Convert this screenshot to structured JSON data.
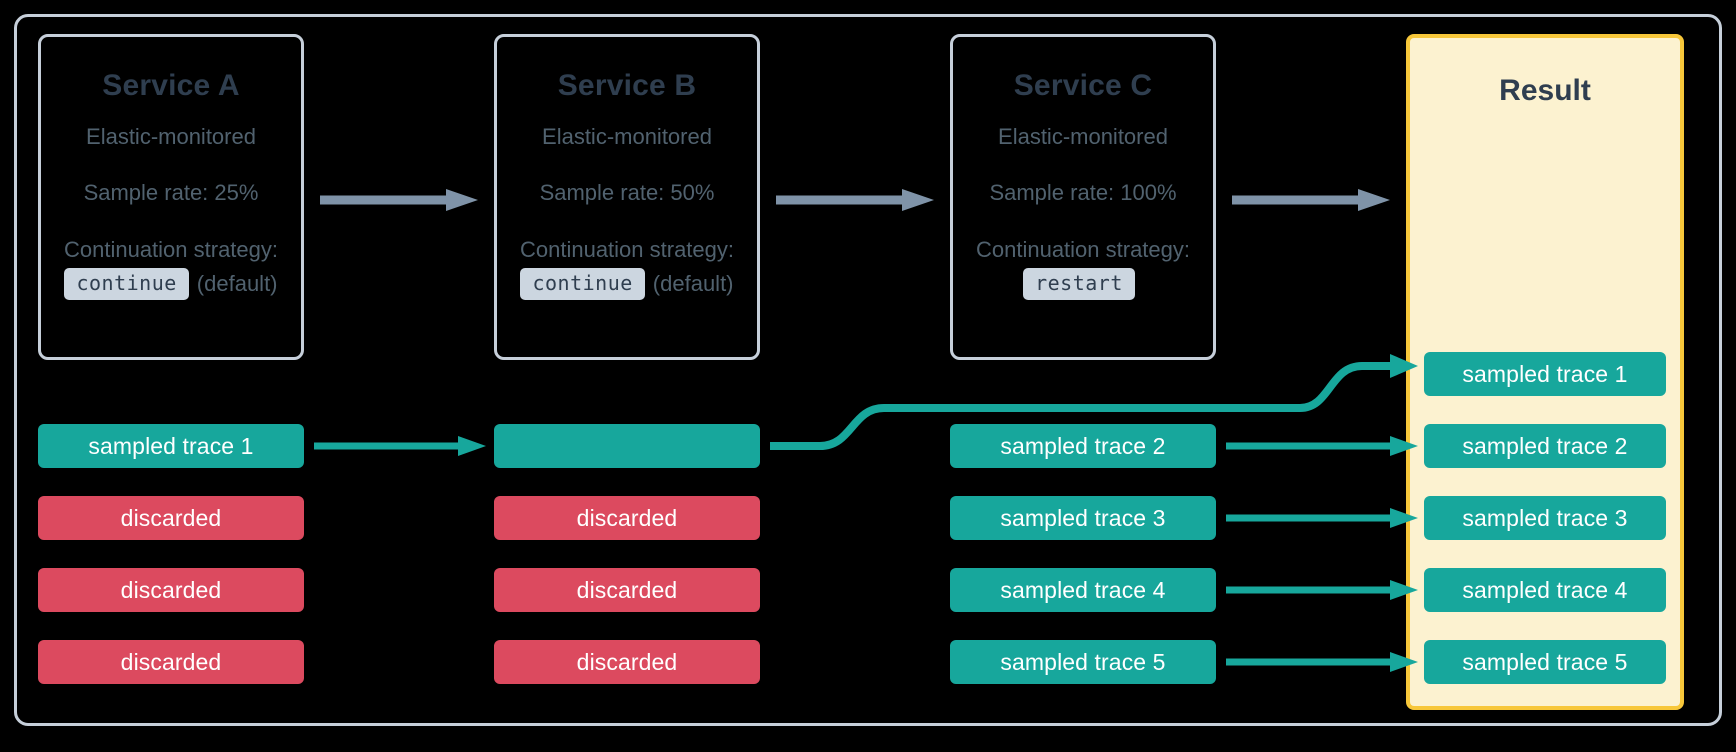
{
  "colors": {
    "background": "#000000",
    "frame_border": "#c6cfda",
    "service_border": "#c6cfda",
    "service_title": "#2f3e4f",
    "service_text": "#51626f",
    "code_chip_bg": "#ccd6e0",
    "result_bg": "#fcf2d0",
    "result_border": "#f7c73a",
    "sampled": "#17a79c",
    "discarded": "#dc4a5f",
    "service_arrow": "#7f93a8",
    "trace_arrow": "#17a79c"
  },
  "services": [
    {
      "title": "Service A",
      "subtitle": "Elastic-monitored",
      "sample_rate": "Sample rate: 25%",
      "strategy_label": "Continuation strategy:",
      "strategy_value": "continue",
      "strategy_note": "(default)"
    },
    {
      "title": "Service B",
      "subtitle": "Elastic-monitored",
      "sample_rate": "Sample rate: 50%",
      "strategy_label": "Continuation strategy:",
      "strategy_value": "continue",
      "strategy_note": "(default)"
    },
    {
      "title": "Service C",
      "subtitle": "Elastic-monitored",
      "sample_rate": "Sample rate: 100%",
      "strategy_label": "Continuation strategy:",
      "strategy_value": "restart",
      "strategy_note": ""
    }
  ],
  "result": {
    "title": "Result",
    "traces": [
      "sampled trace 1",
      "sampled trace 2",
      "sampled trace 3",
      "sampled trace 4",
      "sampled trace 5"
    ]
  },
  "columns": {
    "service_a_bars": [
      {
        "label": "sampled trace 1",
        "state": "sampled"
      },
      {
        "label": "discarded",
        "state": "discarded"
      },
      {
        "label": "discarded",
        "state": "discarded"
      },
      {
        "label": "discarded",
        "state": "discarded"
      }
    ],
    "service_b_bars": [
      {
        "label": "",
        "state": "sampled"
      },
      {
        "label": "discarded",
        "state": "discarded"
      },
      {
        "label": "discarded",
        "state": "discarded"
      },
      {
        "label": "discarded",
        "state": "discarded"
      }
    ],
    "service_c_bars": [
      {
        "label": "sampled trace 2",
        "state": "sampled"
      },
      {
        "label": "sampled trace 3",
        "state": "sampled"
      },
      {
        "label": "sampled trace 4",
        "state": "sampled"
      },
      {
        "label": "sampled trace 5",
        "state": "sampled"
      }
    ]
  }
}
